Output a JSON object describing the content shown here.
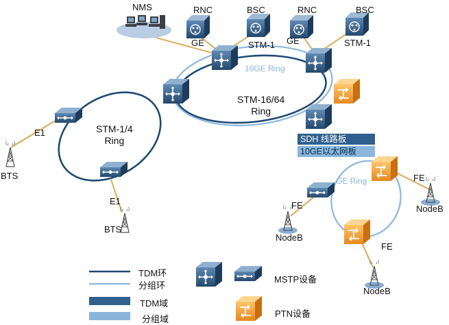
{
  "labels": {
    "nms": "NMS",
    "rnc_left": "RNC",
    "bsc_left": "BSC",
    "rnc_right": "RNC",
    "bsc_right": "BSC",
    "ge_left": "GE",
    "stm1_left": "STM-1",
    "ge_right": "GE",
    "stm1_right": "STM-1",
    "ring_10ge": "10GE Ring",
    "ring_stm16": "STM-16/64\nRing",
    "ring_stm14": "STM-1/4\nRing",
    "e1_left": "E1",
    "e1_bottom": "E1",
    "bts_left": "BTS",
    "bts_bottom": "BTS",
    "ge_ring": "GE Ring",
    "fe_left": "FE",
    "fe_right": "FE",
    "fe_bottom": "FE",
    "nodeb_left": "NodeB",
    "nodeb_right": "NodeB",
    "nodeb_bottom": "NodeB"
  },
  "boards": {
    "sdh": "SDH  线路板",
    "ge10": "10GE以太网板"
  },
  "legend": {
    "tdm_ring": "TDM环",
    "packet_ring": "分组环",
    "tdm_domain": "TDM域",
    "packet_domain": "分组域",
    "mstp_device": "MSTP设备",
    "ptn_device": "PTN设备"
  },
  "colors": {
    "tdm": "#1e4a73",
    "packet": "#8ab6dd",
    "link": "#d9b36a",
    "mstp": "#2f5f8d",
    "ptn": "#f0a43a"
  }
}
